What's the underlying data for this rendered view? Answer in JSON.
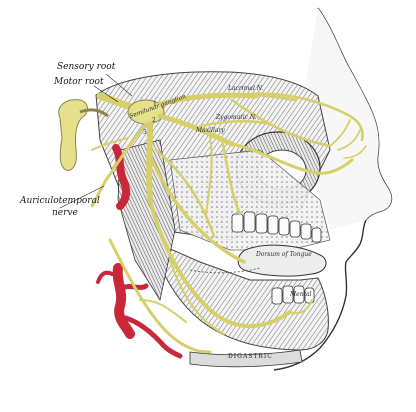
{
  "labels": {
    "sensory_root": "Sensory root",
    "motor_root": "Motor root",
    "auriculotemporal_line1": "Auriculotemporal",
    "auriculotemporal_line2": "nerve",
    "semilunar_ganglion": "Semilunar ganglion",
    "lacrimal_n": "Lacrimal N.",
    "zygomatic_n": "Zygomatic N.",
    "maxillary": "Maxillary",
    "dorsum_of_tongue": "Dorsum of Tongue",
    "mental": "Mental",
    "digastric": "DIGASTRIC",
    "num_1": "1",
    "num_2": "2",
    "num_3": "3"
  },
  "colors": {
    "nerve": "#e6e08a",
    "artery": "#c8283a",
    "ink": "#1a1a1a",
    "background": "#ffffff"
  }
}
